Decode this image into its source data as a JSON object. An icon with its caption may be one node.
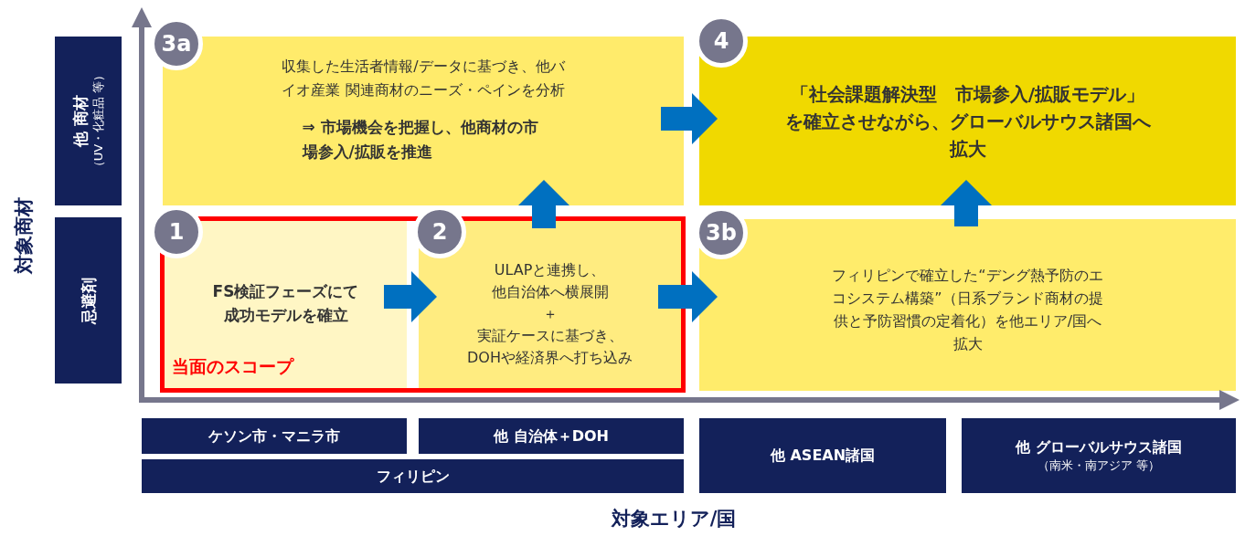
{
  "diagram": {
    "nodes": [
      {
        "text": [
          "収集した生活者情報/データに基づき、他バイオ産業 関連商材のニーズ・ペインを分析",
          "⇒ 市場機会を把握し、他商材の市場参入/拡販を推進"
        ]
      },
      {
        "text": [
          "当面のスコープ"
        ]
      },
      {
        "text": [
          "FS検証フェーズにて成功モデルを確立"
        ],
        "in": 1
      },
      {
        "text": [
          "ULAPと連携し、他自治体へ横展開",
          "＋",
          "実証ケースに基づき、DOHや経済界へ打ち込み"
        ],
        "in": 1
      },
      {
        "text": [
          "「社会課題解決型　市場参入/拡販モデル」を確立させながら、グローバルサウス諸国へ拡大"
        ]
      },
      {
        "text": [
          "フィリピンで確立した“デング熱予防のエコシステム構築”（日系ブランド商材の提供と予防習慣の定着化）を他エリア/国へ拡大"
        ]
      },
      {
        "text": [
          "他 商材",
          "（UV・化粧品 等）"
        ]
      },
      {
        "text": [
          "忌避剤"
        ]
      },
      {
        "text": [
          "ケソン市・マニラ市"
        ]
      },
      {
        "text": [
          "他 自治体＋DOH"
        ]
      },
      {
        "text": [
          "フィリピン"
        ]
      },
      {
        "text": [
          "他 ASEAN諸国"
        ]
      },
      {
        "text": [
          "他 グローバルサウス諸国",
          "（南米・南アジア 等）"
        ]
      }
    ],
    "edges": [
      {
        "from": 2,
        "to": 3,
        "arrow": "to"
      },
      {
        "from": 3,
        "to": 5,
        "arrow": "to"
      },
      {
        "from": 3,
        "to": 0,
        "arrow": "to"
      },
      {
        "from": 0,
        "to": 4,
        "arrow": "to"
      },
      {
        "from": 5,
        "to": 4,
        "arrow": "to"
      }
    ],
    "labels": [
      "3a",
      "1",
      "2",
      "4",
      "3b",
      "対象商材",
      "対象エリア/国"
    ]
  }
}
